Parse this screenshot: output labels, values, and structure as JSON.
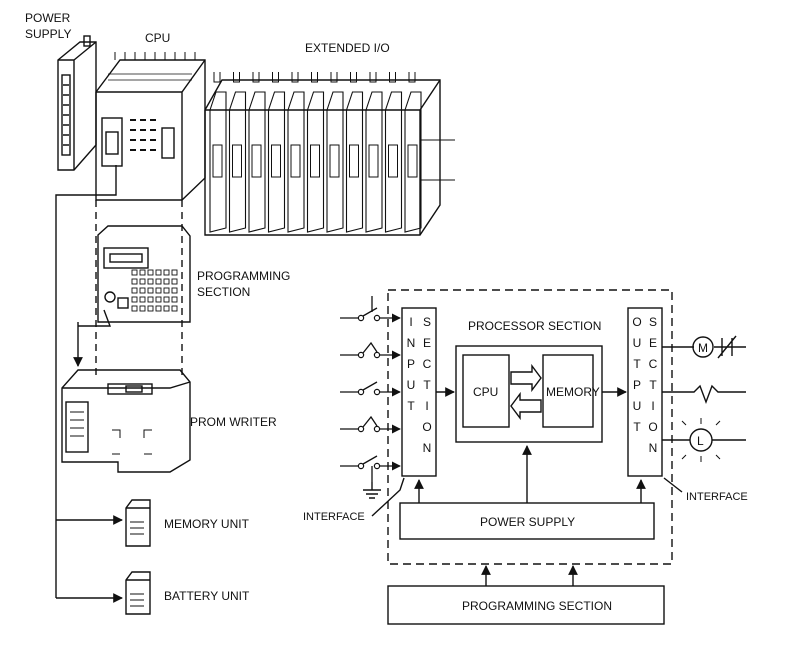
{
  "hardware": {
    "power_supply": [
      "POWER",
      "SUPPLY"
    ],
    "cpu": "CPU",
    "extended_io": "EXTENDED I/O",
    "programming_section": [
      "PROGRAMMING",
      "SECTION"
    ],
    "prom_writer": "PROM WRITER",
    "memory_unit": "MEMORY UNIT",
    "battery_unit": "BATTERY UNIT"
  },
  "block": {
    "input_section": "INPUT SECTION",
    "output_section": "OUTPUT SECTION",
    "processor_section": "PROCESSOR SECTION",
    "cpu": "CPU",
    "memory": "MEMORY",
    "power_supply": "POWER SUPPLY",
    "programming_section": "PROGRAMMING SECTION",
    "interface_left": "INTERFACE",
    "interface_right": "INTERFACE",
    "motor_symbol": "M",
    "lamp_symbol": "L"
  }
}
